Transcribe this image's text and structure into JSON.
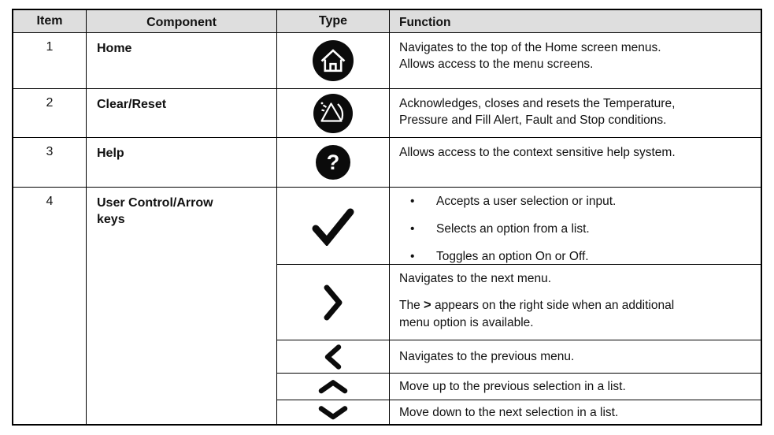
{
  "colors": {
    "header_bg": "#dedede",
    "border": "#000000",
    "icon_fill": "#0b0b0b",
    "text": "#111111"
  },
  "bullet_char": "•",
  "table": {
    "headers": {
      "item": "Item",
      "component": "Component",
      "type": "Type",
      "function": "Function"
    },
    "rows": [
      {
        "item": "1",
        "component": "Home",
        "icon": "home-icon",
        "function_lines": [
          "Navigates to the top of the Home screen menus.",
          "Allows access to the menu screens."
        ]
      },
      {
        "item": "2",
        "component": "Clear/Reset",
        "icon": "alarm-reset-icon",
        "function_lines": [
          "Acknowledges, closes and resets the Temperature,",
          "Pressure and Fill Alert, Fault and Stop conditions."
        ]
      },
      {
        "item": "3",
        "component": "Help",
        "icon": "question-icon",
        "glyph": "?",
        "function_lines": [
          "Allows access to the context sensitive help system."
        ]
      },
      {
        "item": "4",
        "component": "User Control/Arrow\nkeys",
        "sub_rows": [
          {
            "icon": "check-icon",
            "bullets": [
              "Accepts a user selection or input.",
              "Selects an option from a list.",
              "Toggles an option On or Off."
            ]
          },
          {
            "icon": "chevron-right-icon",
            "line1": "Navigates to the next menu.",
            "line2_prefix": "The ",
            "line2_bold": ">",
            "line2_suffix": " appears on the right side when an additional",
            "line3": "menu option is available."
          },
          {
            "icon": "chevron-left-icon",
            "line1": "Navigates to the previous menu."
          },
          {
            "icon": "chevron-up-icon",
            "line1": "Move up to the previous selection in a list."
          },
          {
            "icon": "chevron-down-icon",
            "line1": "Move down to the next selection in a list."
          }
        ]
      }
    ]
  }
}
